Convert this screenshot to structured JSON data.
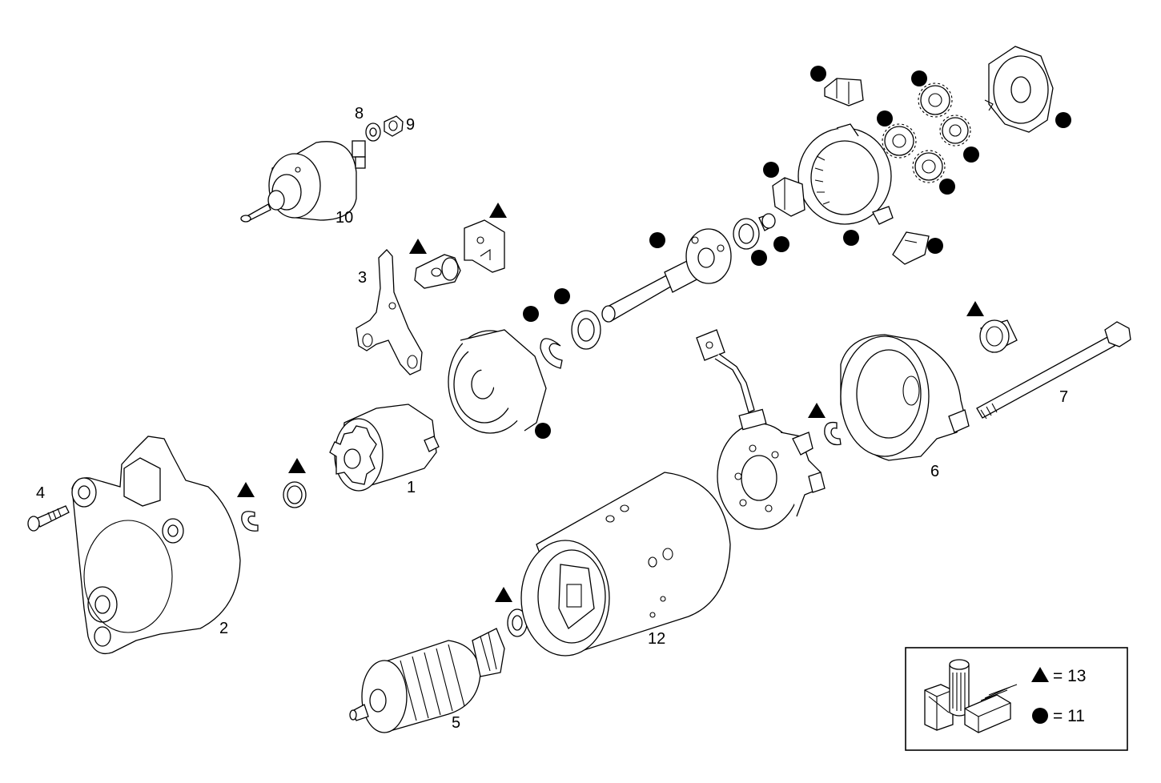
{
  "diagram": {
    "part_labels": [
      "1",
      "2",
      "3",
      "4",
      "5",
      "6",
      "7",
      "8",
      "9",
      "10",
      "12"
    ],
    "legend": {
      "triangle_text": "= 13",
      "circle_text": "= 11",
      "triangle_icon": "triangle-marker-icon",
      "circle_icon": "circle-marker-icon",
      "kit_icon": "repair-kit-boxes-icon"
    }
  }
}
